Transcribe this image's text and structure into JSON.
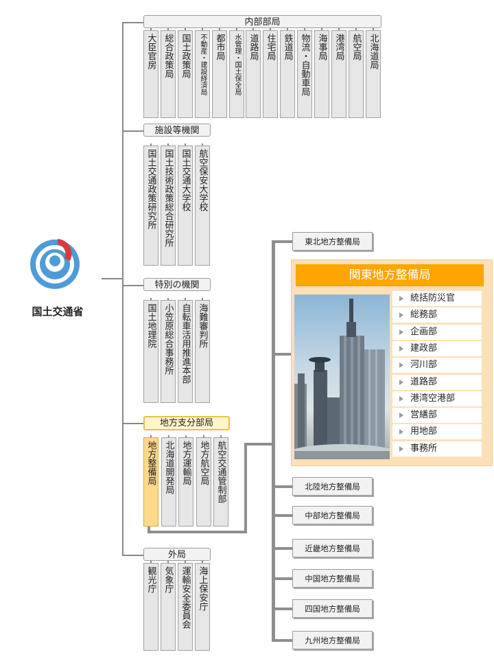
{
  "logo": {
    "name": "国土交通省"
  },
  "groups": {
    "internal": {
      "title": "内部部局",
      "items": [
        "大臣官房",
        "総合政策局",
        "国土政策局",
        "不動産・建設経済局",
        "都市局",
        "水管理・国土保全局",
        "道路局",
        "住宅局",
        "鉄道局",
        "物流・自動車局",
        "海事局",
        "港湾局",
        "航空局",
        "北海道局"
      ]
    },
    "facilities": {
      "title": "施設等機関",
      "items": [
        "国土交通政策研究所",
        "国土技術政策総合研究所",
        "国土交通大学校",
        "航空保安大学校"
      ]
    },
    "special": {
      "title": "特別の機関",
      "items": [
        "国土地理院",
        "小笠原総合事務所",
        "自転車活用推進本部",
        "海難審判所"
      ]
    },
    "regional": {
      "title": "地方支分部局",
      "items": [
        "地方整備局",
        "北海道開発局",
        "地方運輸局",
        "地方航空局",
        "航空交通管制部"
      ]
    },
    "external": {
      "title": "外局",
      "items": [
        "観光庁",
        "気象庁",
        "運輸安全委員会",
        "海上保安庁"
      ]
    }
  },
  "regional_bureaus": {
    "tohoku": "東北地方整備局",
    "hokuriku": "北陸地方整備局",
    "chubu": "中部地方整備局",
    "kinki": "近畿地方整備局",
    "chugoku": "中国地方整備局",
    "shikoku": "四国地方整備局",
    "kyushu": "九州地方整備局"
  },
  "kanto": {
    "title": "関東地方整備局",
    "departments": [
      "統括防災官",
      "総務部",
      "企画部",
      "建政部",
      "河川部",
      "道路部",
      "港湾空港部",
      "営繕部",
      "用地部",
      "事務所"
    ]
  },
  "colors": {
    "accent_orange": "#fda500",
    "highlight_yellow": "#fff6c8",
    "highlight_col": "#ffd98a",
    "logo_blue": "#4f9bd8",
    "logo_red": "#d83a3a"
  }
}
